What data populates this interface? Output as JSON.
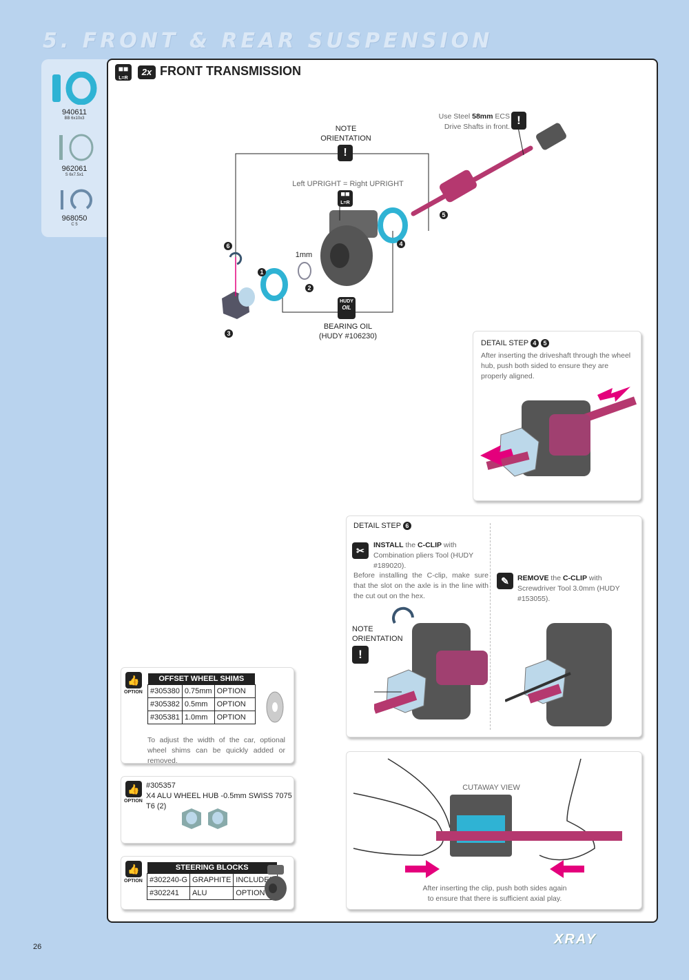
{
  "header": {
    "title": "5. FRONT & REAR SUSPENSION"
  },
  "parts": [
    {
      "number": "940611",
      "desc": "BB 6x10x3"
    },
    {
      "number": "962061",
      "desc": "S 6x7.5x1"
    },
    {
      "number": "968050",
      "desc": "C 5"
    }
  ],
  "section": {
    "title": "FRONT TRANSMISSION",
    "icon_lr": "L=R",
    "icon_2x": "2x"
  },
  "diagram": {
    "note_orientation": "NOTE\nORIENTATION",
    "left_right": "Left UPRIGHT = Right UPRIGHT",
    "icon_lr": "L=R",
    "steel_pre": "Use Steel ",
    "steel_bold": "58mm",
    "steel_post": " ECS",
    "steel_line2": "Drive Shafts in front.",
    "one_mm": "1mm",
    "bearing_oil": "BEARING OIL",
    "hudy_oil": "(HUDY #106230)",
    "hudy": "HUDY",
    "oil": "OIL",
    "steps": [
      "1",
      "2",
      "3",
      "4",
      "5",
      "6"
    ]
  },
  "detail45": {
    "title": "DETAIL STEP",
    "steps": [
      "4",
      "5"
    ],
    "text": "After inserting the driveshaft through the wheel hub, push both sided to ensure they are properly aligned."
  },
  "detail6": {
    "title": "DETAIL STEP",
    "step": "6",
    "install_bold1": "INSTALL",
    "install_mid": " the ",
    "install_bold2": "C-CLIP",
    "install_rest": " with Combination pliers Tool (HUDY #189020).",
    "before": "Before installing the C-clip, make sure that the slot on the axle is in the line with the cut out on the hex.",
    "note": "NOTE\nORIENTATION",
    "remove_bold1": "REMOVE",
    "remove_mid": " the ",
    "remove_bold2": "C-CLIP",
    "remove_rest": " with Screwdriver Tool 3.0mm (HUDY #153055)."
  },
  "cutaway": {
    "label": "CUTAWAY VIEW",
    "text": "After inserting the clip, push both sides again to ensure that there is sufficient axial play."
  },
  "option_label": "OPTION",
  "shims": {
    "title": "OFFSET WHEEL SHIMS",
    "rows": [
      [
        "#305380",
        "0.75mm",
        "OPTION"
      ],
      [
        "#305382",
        "0.5mm",
        "OPTION"
      ],
      [
        "#305381",
        "1.0mm",
        "OPTION"
      ]
    ],
    "text": "To adjust the width of the car, optional wheel shims can be quickly added or removed."
  },
  "hub": {
    "part": "#305357",
    "name": "X4 ALU WHEEL HUB -0.5mm SWISS 7075 T6 (2)"
  },
  "blocks": {
    "title": "STEERING BLOCKS",
    "rows": [
      [
        "#302240-G",
        "GRAPHITE",
        "INCLUDED"
      ],
      [
        "#302241",
        "ALU",
        "OPTION"
      ]
    ]
  },
  "footer": {
    "page": "26",
    "logo": "XRAY"
  },
  "colors": {
    "background": "#b9d3ee",
    "bearing": "#2fb3d4",
    "shaft": "#b5386f",
    "upright": "#555555",
    "accent": "#e4007c"
  }
}
